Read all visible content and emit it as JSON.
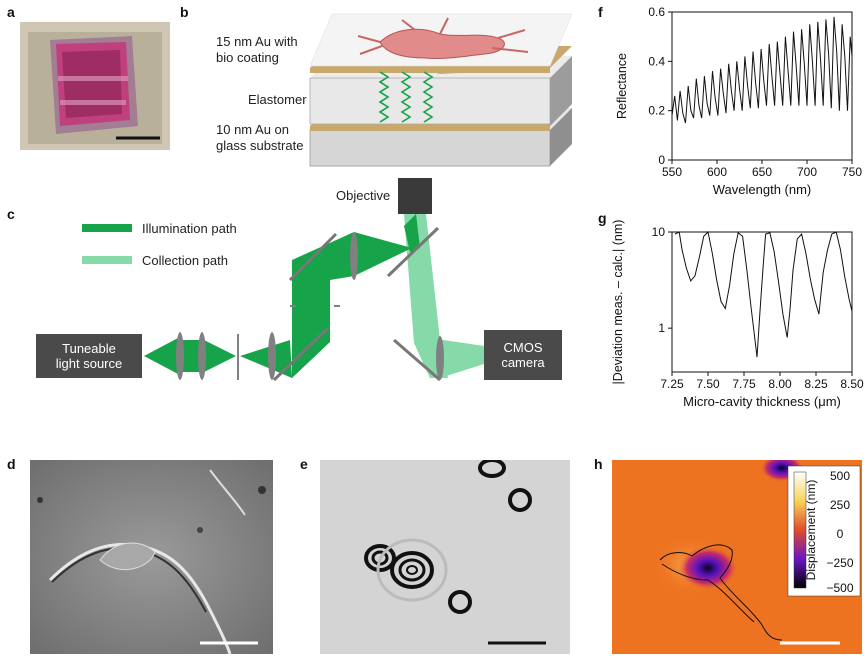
{
  "panel_labels": {
    "a": "a",
    "b": "b",
    "c": "c",
    "d": "d",
    "e": "e",
    "f": "f",
    "g": "g",
    "h": "h"
  },
  "schematic_b": {
    "top_layer": "15 nm Au with\nbio coating",
    "middle_layer": "Elastomer",
    "bottom_layer": "10 nm Au on\nglass substrate"
  },
  "schematic_c": {
    "objective": "Objective",
    "legend_illumination": "Illumination path",
    "legend_collection": "Collection path",
    "source_box": "Tuneable\nlight source",
    "camera_box": "CMOS\ncamera",
    "colors": {
      "illumination": "#16a34a",
      "collection": "#86d9a9",
      "box": "#4a4a4a",
      "lens": "#808080"
    }
  },
  "chart_data": [
    {
      "id": "f",
      "type": "line",
      "title": "",
      "xlabel": "Wavelength (nm)",
      "ylabel": "Reflectance",
      "xlim": [
        550,
        750
      ],
      "ylim": [
        0,
        0.6
      ],
      "xticks": [
        550,
        600,
        650,
        700,
        750
      ],
      "yticks": [
        0,
        0.2,
        0.4,
        0.6
      ],
      "series": [
        {
          "x": [
            550,
            553,
            556,
            559,
            562,
            565,
            568,
            571,
            574,
            577,
            580,
            583,
            586,
            589,
            592,
            595,
            598,
            601,
            604,
            607,
            610,
            613,
            616,
            619,
            622,
            625,
            628,
            631,
            634,
            637,
            640,
            643,
            646,
            649,
            652,
            655,
            658,
            661,
            664,
            667,
            670,
            673,
            676,
            679,
            682,
            685,
            688,
            691,
            694,
            697,
            700,
            703,
            706,
            709,
            712,
            715,
            718,
            721,
            724,
            727,
            730,
            733,
            736,
            739,
            742,
            745,
            748,
            750
          ],
          "y": [
            0.18,
            0.26,
            0.16,
            0.28,
            0.19,
            0.15,
            0.3,
            0.2,
            0.17,
            0.33,
            0.22,
            0.17,
            0.34,
            0.23,
            0.18,
            0.36,
            0.25,
            0.18,
            0.37,
            0.27,
            0.19,
            0.39,
            0.28,
            0.2,
            0.4,
            0.29,
            0.2,
            0.42,
            0.3,
            0.21,
            0.44,
            0.31,
            0.21,
            0.45,
            0.32,
            0.22,
            0.47,
            0.34,
            0.22,
            0.48,
            0.35,
            0.22,
            0.5,
            0.36,
            0.22,
            0.52,
            0.38,
            0.22,
            0.53,
            0.39,
            0.22,
            0.55,
            0.4,
            0.22,
            0.56,
            0.41,
            0.22,
            0.57,
            0.43,
            0.21,
            0.58,
            0.44,
            0.2,
            0.55,
            0.42,
            0.2,
            0.5,
            0.42
          ]
        }
      ]
    },
    {
      "id": "g",
      "type": "line",
      "title": "",
      "xlabel": "Micro-cavity thickness (μm)",
      "ylabel": "|Deviation meas. – calc.| (nm)",
      "xlim": [
        7.25,
        8.5
      ],
      "ylim": [
        0.35,
        10
      ],
      "yscale": "log",
      "xticks": [
        7.25,
        7.5,
        7.75,
        8.0,
        8.25,
        8.5
      ],
      "xtick_labels": [
        "7.25",
        "7.50",
        "7.75",
        "8.00",
        "8.25",
        "8.50"
      ],
      "yticks": [
        1,
        10
      ],
      "series": [
        {
          "x": [
            7.27,
            7.3,
            7.32,
            7.35,
            7.38,
            7.41,
            7.44,
            7.47,
            7.5,
            7.53,
            7.56,
            7.59,
            7.62,
            7.65,
            7.68,
            7.71,
            7.74,
            7.77,
            7.8,
            7.82,
            7.84,
            7.86,
            7.88,
            7.9,
            7.93,
            7.96,
            7.99,
            8.02,
            8.05,
            8.07,
            8.09,
            8.12,
            8.15,
            8.18,
            8.21,
            8.24,
            8.27,
            8.3,
            8.33,
            8.36,
            8.39,
            8.42,
            8.45,
            8.48,
            8.5
          ],
          "y": [
            9.5,
            10,
            6.5,
            4.2,
            3.1,
            3.5,
            5.5,
            9.0,
            10,
            6.0,
            3.2,
            1.9,
            1.6,
            2.8,
            6.0,
            9.8,
            9.0,
            4.0,
            1.6,
            0.9,
            0.5,
            1.4,
            3.8,
            9.5,
            9.8,
            6.2,
            3.0,
            1.4,
            0.8,
            1.6,
            4.0,
            8.5,
            9.5,
            6.0,
            3.3,
            2.0,
            1.4,
            3.8,
            6.5,
            9.5,
            10,
            6.5,
            3.4,
            2.0,
            1.5
          ]
        }
      ]
    }
  ]
}
